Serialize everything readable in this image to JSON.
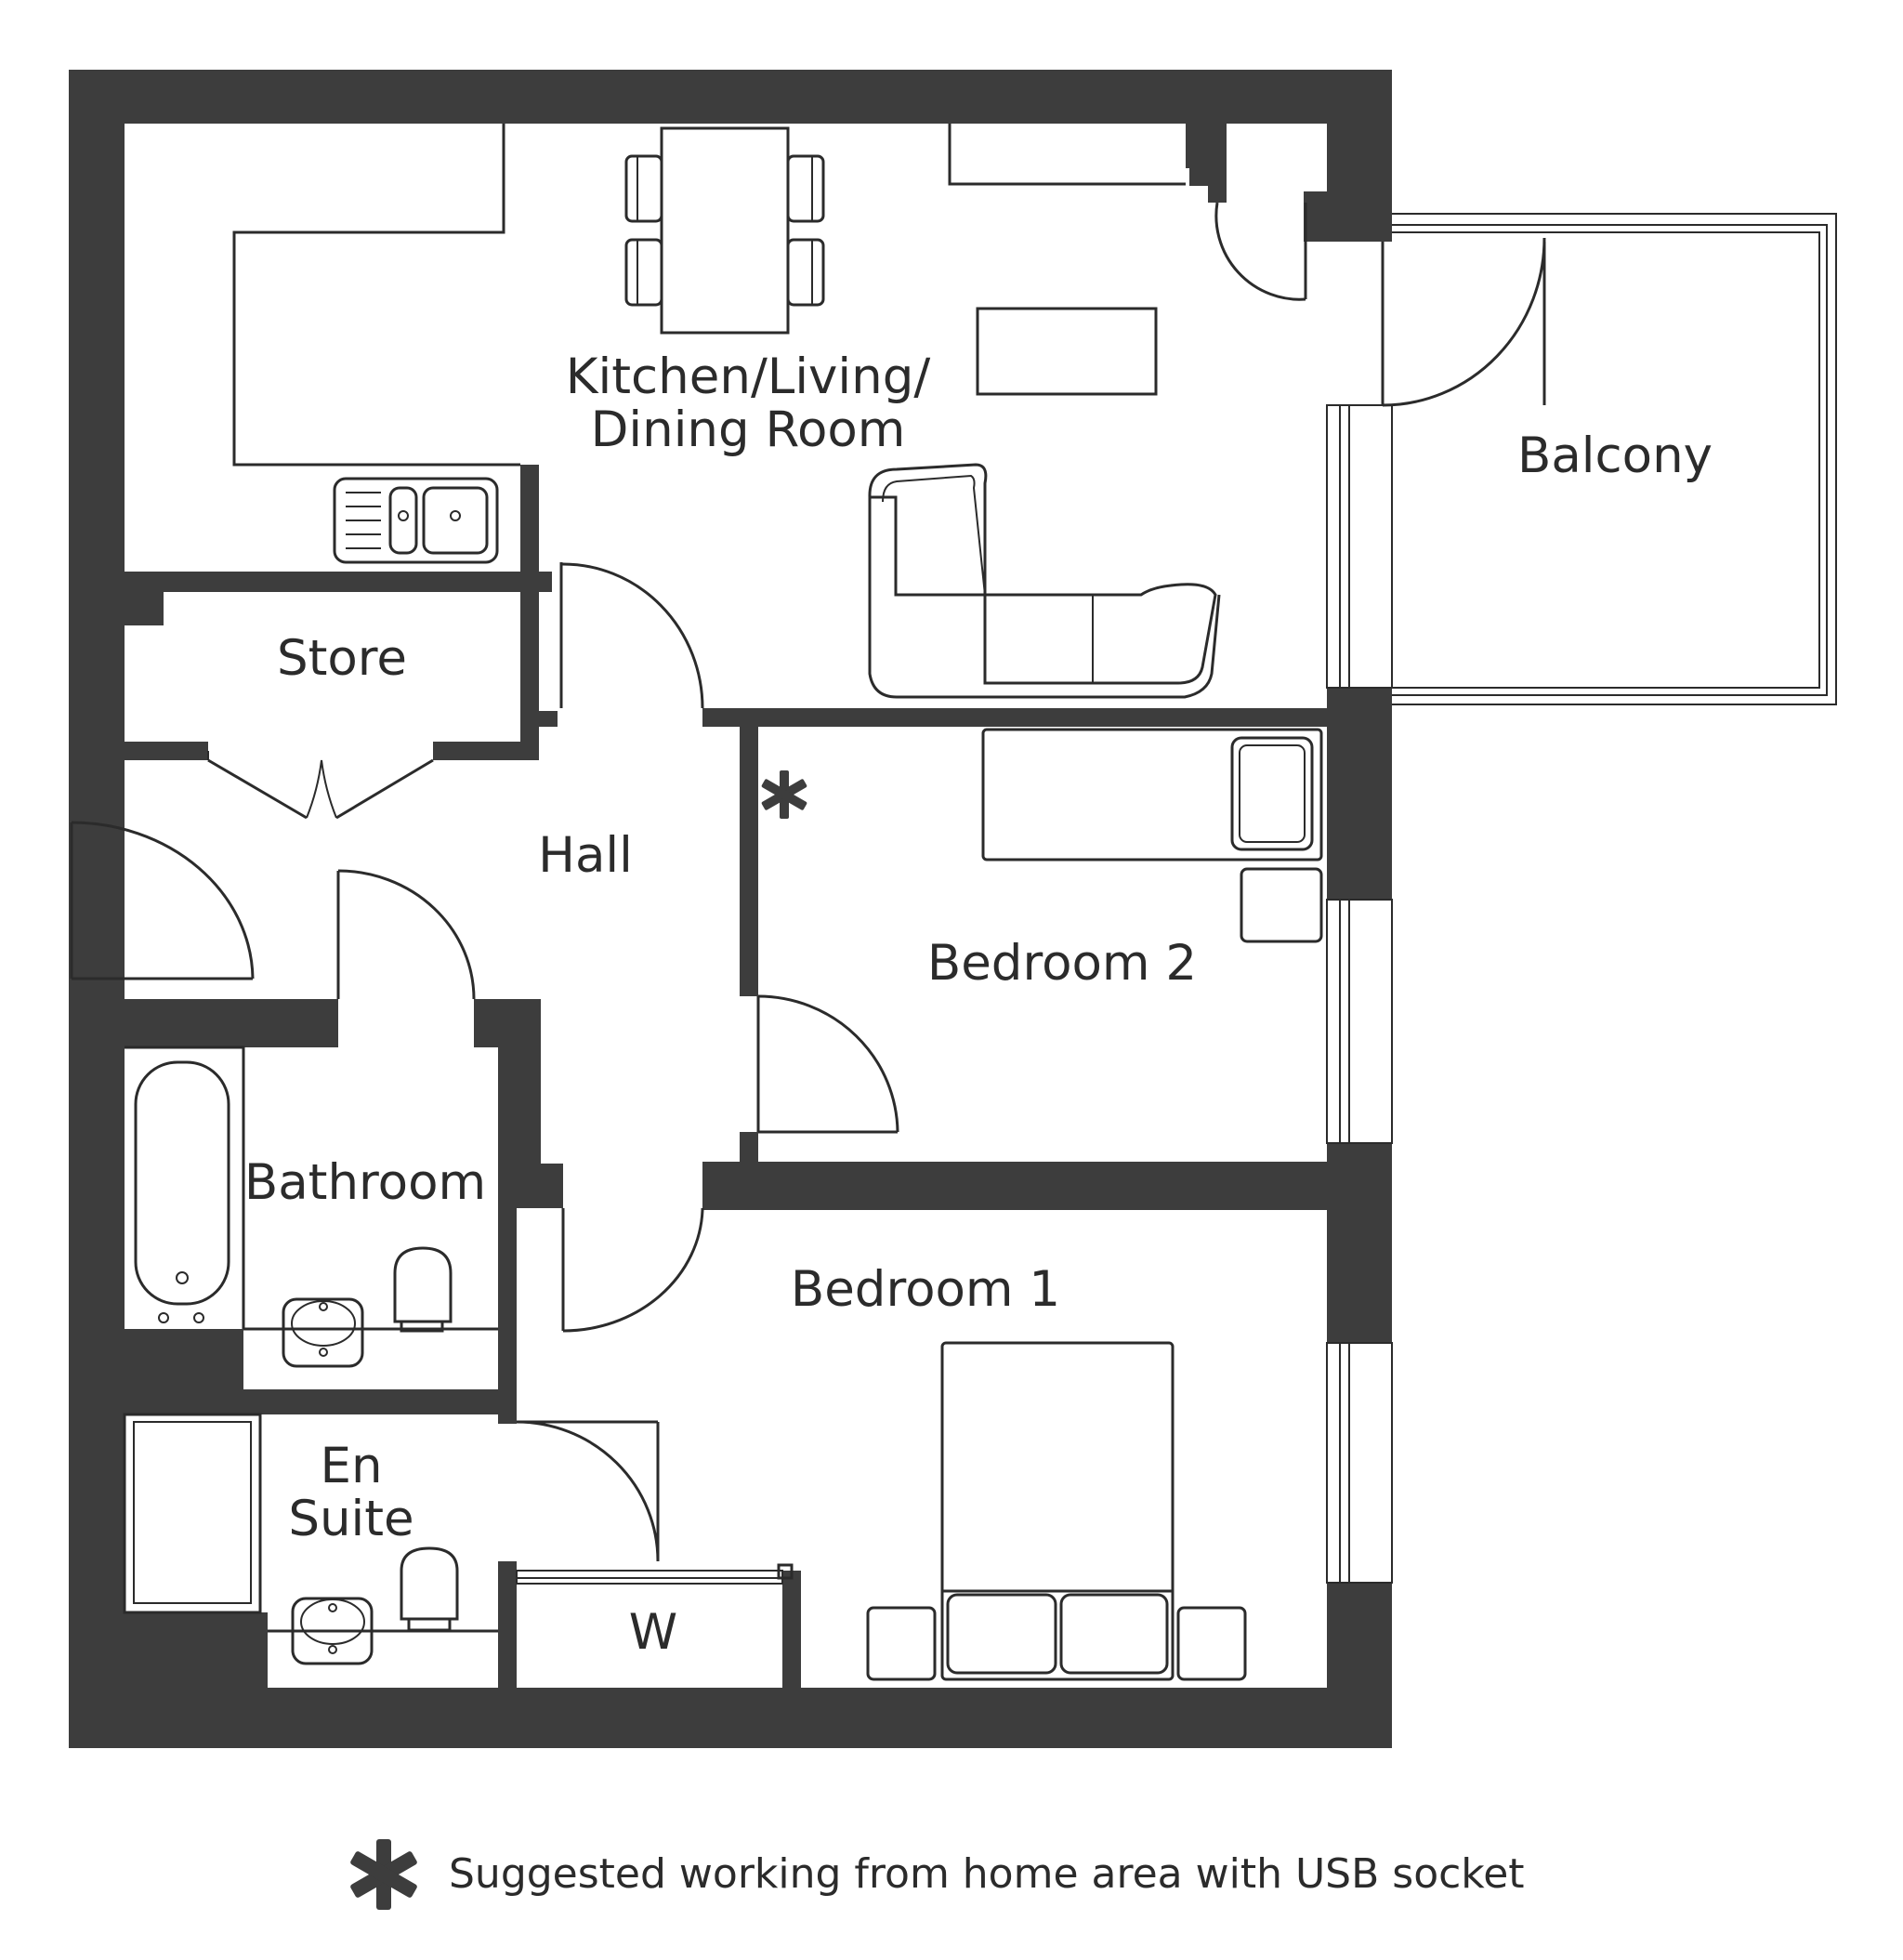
{
  "rooms": {
    "kitchen_line1": "Kitchen/Living/",
    "kitchen_line2": "Dining Room",
    "balcony": "Balcony",
    "store": "Store",
    "hall": "Hall",
    "bedroom2": "Bedroom 2",
    "bathroom": "Bathroom",
    "bedroom1": "Bedroom 1",
    "ensuite_line1": "En",
    "ensuite_line2": "Suite",
    "wardrobe": "W"
  },
  "legend": {
    "text": "Suggested working from home area with USB socket",
    "icon": "asterisk-icon"
  },
  "colors": {
    "wall": "#3d3d3d",
    "line": "#2b2b2b",
    "background": "#ffffff"
  }
}
